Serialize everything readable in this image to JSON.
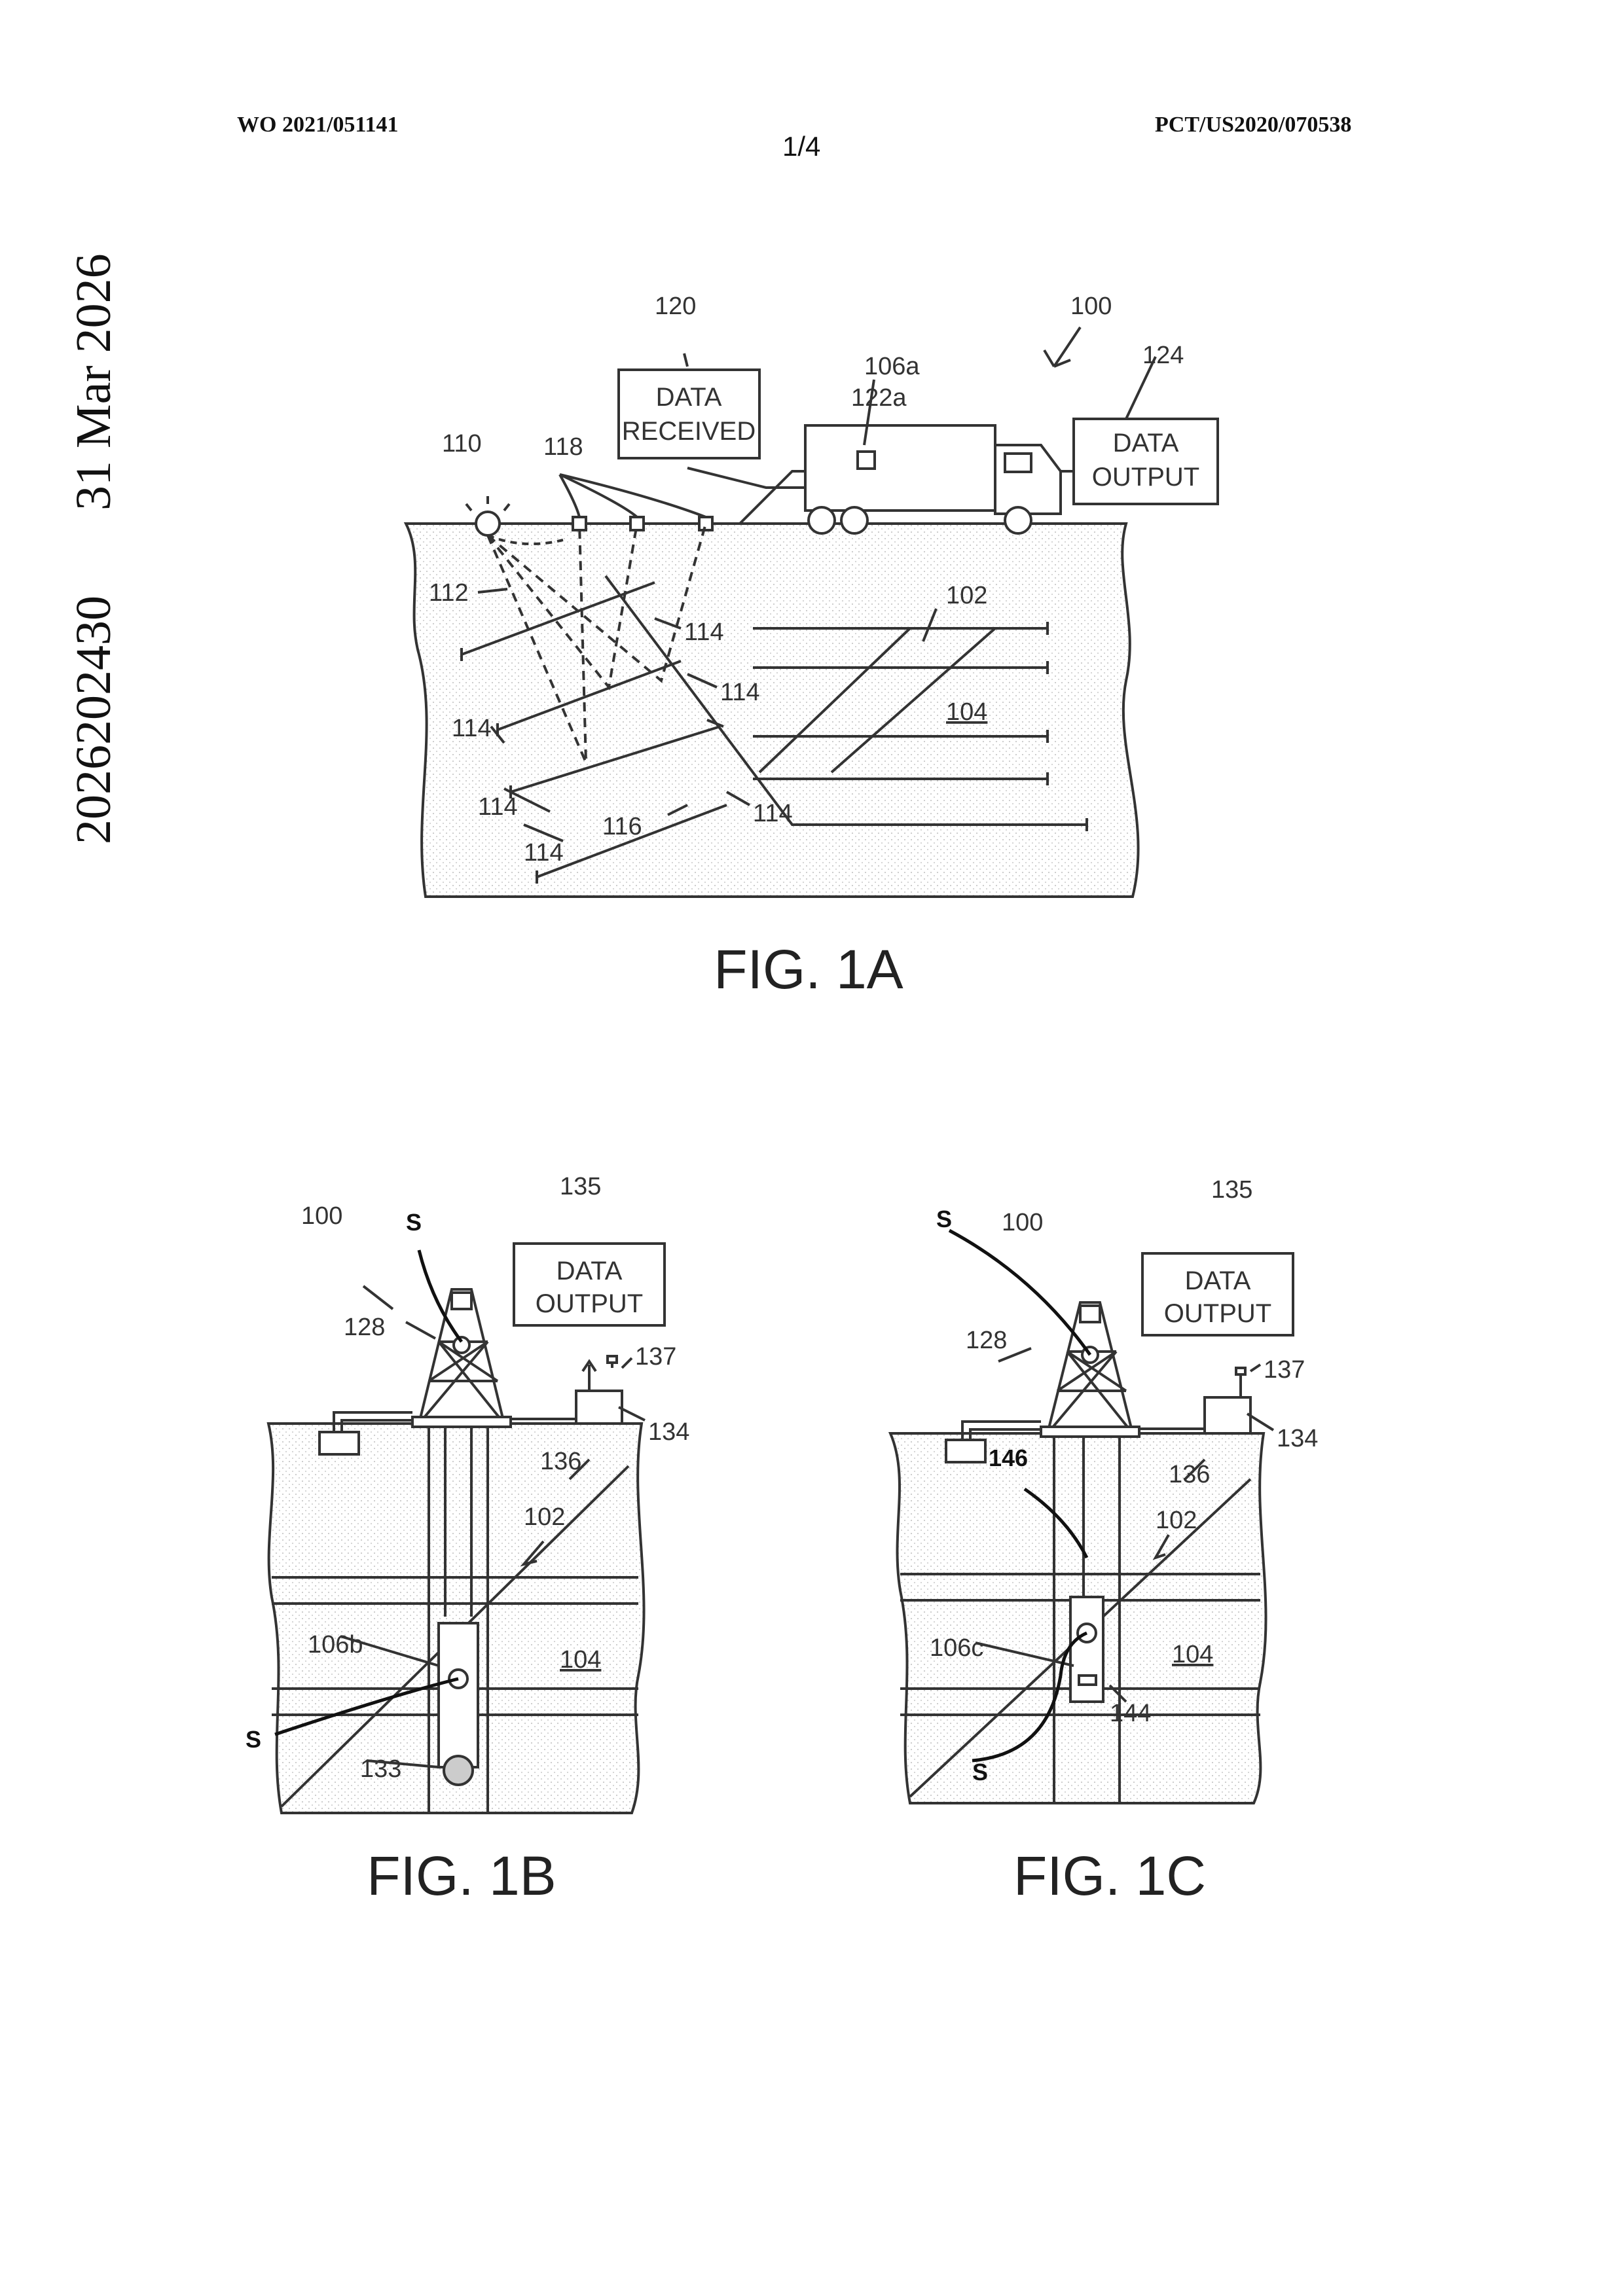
{
  "header": {
    "left": "WO 2021/051141",
    "right": "PCT/US2020/070538",
    "page": "1/4"
  },
  "side_text": {
    "number": "2026202430",
    "date": "31 Mar 2026"
  },
  "fig1a": {
    "caption": "FIG. 1A",
    "box_received": [
      "DATA",
      "RECEIVED"
    ],
    "box_output": [
      "DATA",
      "OUTPUT"
    ],
    "labels": {
      "l100": "100",
      "l102": "102",
      "l104": "104",
      "l106a": "106a",
      "l110": "110",
      "l112": "112",
      "l114a": "114",
      "l114b": "114",
      "l114c": "114",
      "l114d": "114",
      "l114e": "114",
      "l114f": "114",
      "l116": "116",
      "l118": "118",
      "l120": "120",
      "l122a": "122a",
      "l124": "124"
    }
  },
  "fig1b": {
    "caption": "FIG. 1B",
    "box_output": [
      "DATA",
      "OUTPUT"
    ],
    "labels": {
      "l100": "100",
      "l102": "102",
      "l104": "104",
      "l106b": "106b",
      "l128": "128",
      "l133": "133",
      "l134": "134",
      "l135": "135",
      "l136": "136",
      "l137": "137",
      "s1": "S",
      "s2": "S"
    }
  },
  "fig1c": {
    "caption": "FIG. 1C",
    "box_output": [
      "DATA",
      "OUTPUT"
    ],
    "labels": {
      "l100": "100",
      "l102": "102",
      "l104": "104",
      "l106c": "106c",
      "l128": "128",
      "l134": "134",
      "l135": "135",
      "l136": "136",
      "l137": "137",
      "l144": "144",
      "l146": "146",
      "s1": "S",
      "s2": "S"
    }
  }
}
